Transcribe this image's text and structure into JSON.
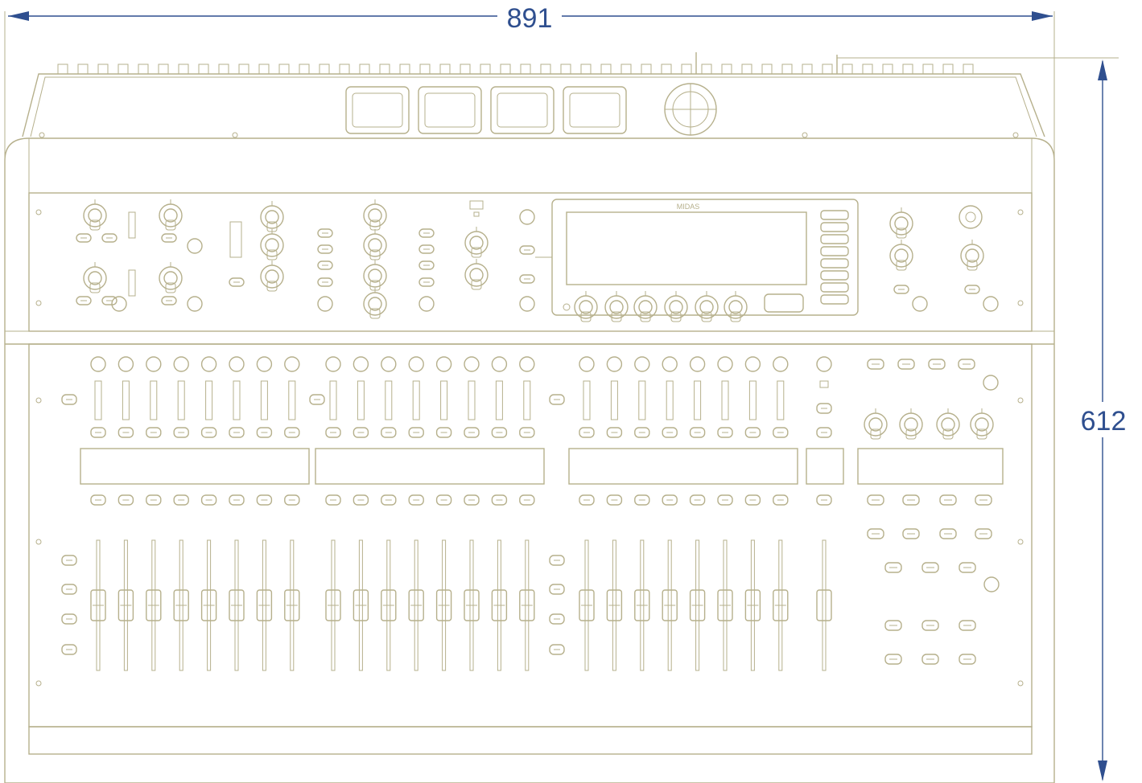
{
  "dimensions": {
    "width_label": "891",
    "height_label": "612"
  },
  "colors": {
    "outline": "#b6b08c",
    "dimension": "#2f4f8f",
    "background": "#ffffff"
  },
  "logo_text": "MIDAS",
  "screen_logo_text": "MIDAS"
}
